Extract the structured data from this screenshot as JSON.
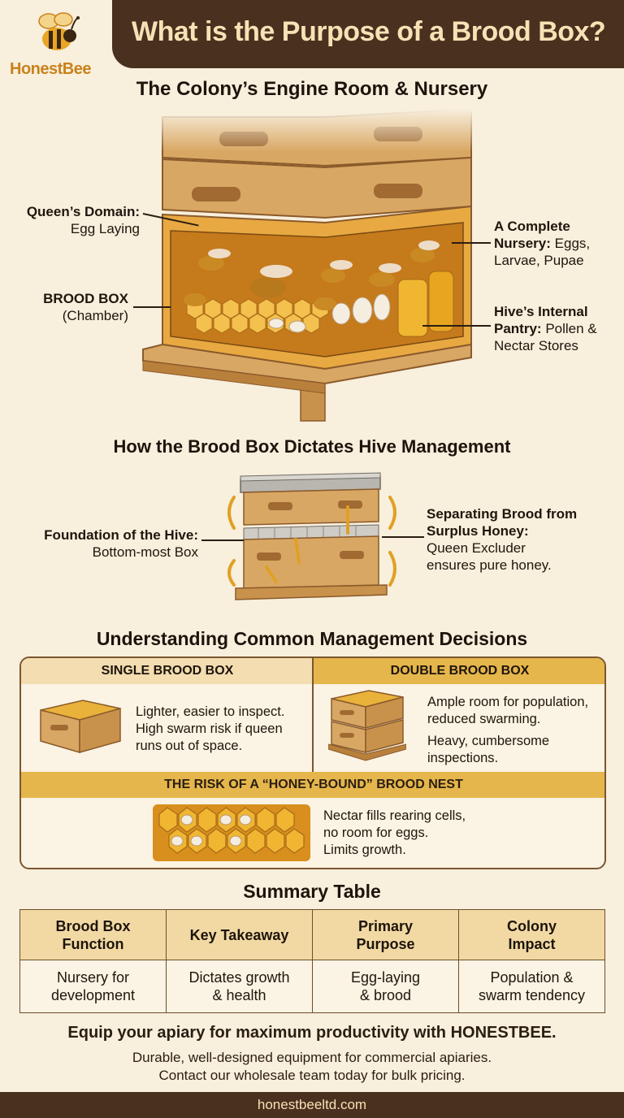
{
  "brand": {
    "name": "HonestBee"
  },
  "header": {
    "title": "What is the Purpose of a Brood Box?"
  },
  "hero": {
    "title": "The Colony’s Engine Room & Nursery",
    "callouts": {
      "queen_title": "Queen’s Domain:",
      "queen_text": "Egg Laying",
      "brood_title": "BROOD BOX",
      "brood_text": "(Chamber)",
      "nursery_title": "A Complete",
      "nursery_title2": "Nursery:",
      "nursery_text1": "Eggs,",
      "nursery_text2": "Larvae, Pupae",
      "pantry_title1": "Hive’s Internal",
      "pantry_title2": "Pantry:",
      "pantry_text1": "Pollen &",
      "pantry_text2": "Nectar Stores"
    }
  },
  "management": {
    "title": "How the Brood Box Dictates Hive Management",
    "foundation_title": "Foundation of the Hive:",
    "foundation_text": "Bottom-most Box",
    "separating_title1": "Separating Brood from",
    "separating_title2": "Surplus Honey:",
    "separating_text1": "Queen Excluder",
    "separating_text2": "ensures pure honey."
  },
  "decisions": {
    "title": "Understanding Common Management Decisions",
    "single": {
      "heading": "SINGLE BROOD BOX",
      "line1": "Lighter, easier to inspect.",
      "line2": "High swarm risk if queen",
      "line3": "runs out of space."
    },
    "double": {
      "heading": "DOUBLE BROOD BOX",
      "line1": "Ample room for population,",
      "line2": "reduced swarming.",
      "line3": "Heavy, cumbersome",
      "line4": "inspections."
    },
    "risk": {
      "heading": "THE RISK OF A “HONEY-BOUND” BROOD NEST",
      "line1": "Nectar fills rearing cells,",
      "line2": "no room for eggs.",
      "line3": "Limits growth."
    }
  },
  "summary": {
    "title": "Summary Table",
    "headers": [
      [
        "Brood Box",
        "Function"
      ],
      [
        "Key Takeaway",
        ""
      ],
      [
        "Primary",
        "Purpose"
      ],
      [
        "Colony",
        "Impact"
      ]
    ],
    "row": [
      [
        "Nursery for",
        "development"
      ],
      [
        "Dictates growth",
        "& health"
      ],
      [
        "Egg-laying",
        "& brood"
      ],
      [
        "Population &",
        "swarm tendency"
      ]
    ]
  },
  "footer": {
    "headline": "Equip your apiary for maximum productivity with HONESTBEE.",
    "line1": "Durable, well-designed equipment for commercial apiaries.",
    "line2": "Contact our wholesale team today for bulk pricing.",
    "url": "honestbeeltd.com"
  },
  "colors": {
    "brown": "#4a301f",
    "honey": "#e5b64b",
    "cream": "#f8efdd",
    "wood": "#d9a764"
  }
}
